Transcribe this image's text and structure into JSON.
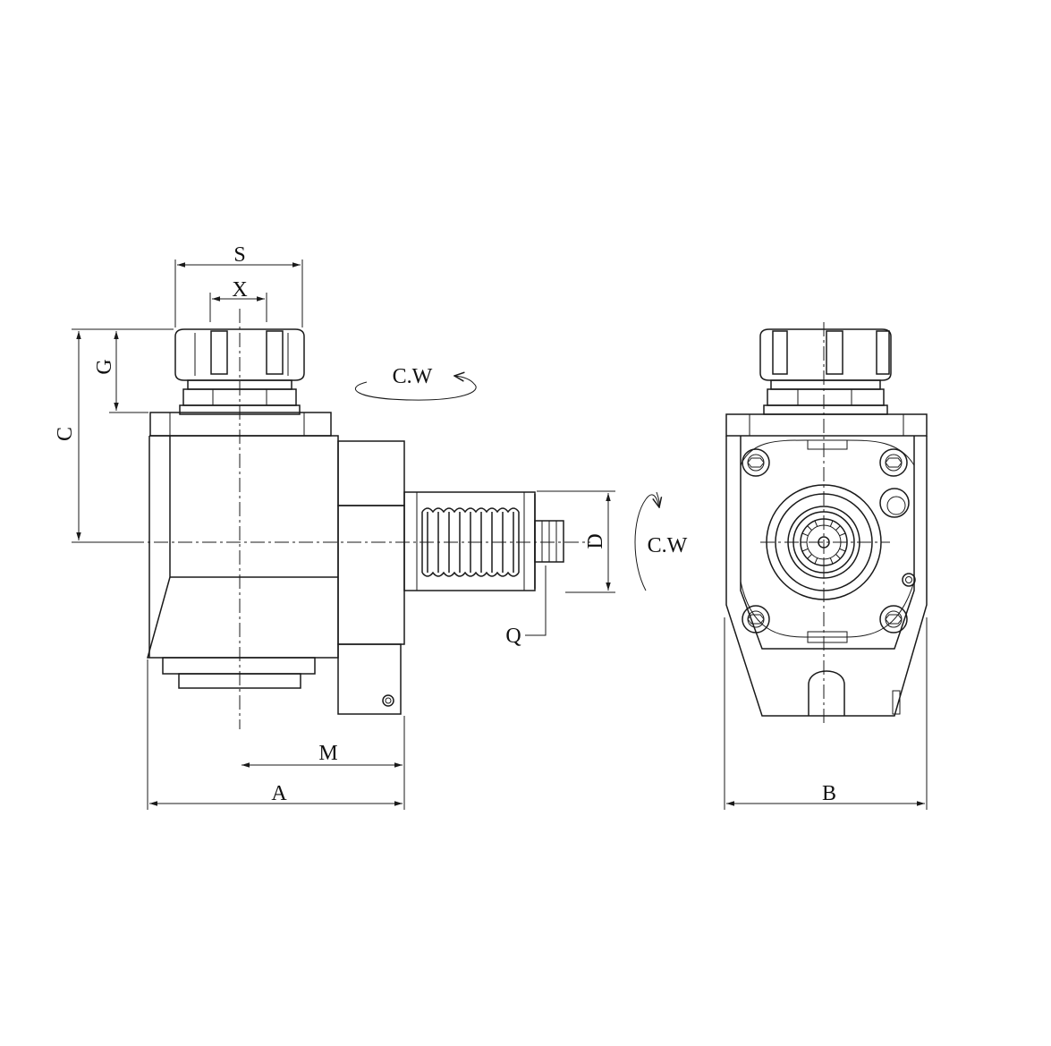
{
  "dimensions": {
    "s": "S",
    "x": "X",
    "g": "G",
    "c": "C",
    "d": "D",
    "q": "Q",
    "m": "M",
    "a": "A",
    "b": "B"
  },
  "rotation": {
    "top": "C.W",
    "side": "C.W"
  },
  "colors": {
    "line": "#1a1a1a",
    "background": "#ffffff"
  }
}
